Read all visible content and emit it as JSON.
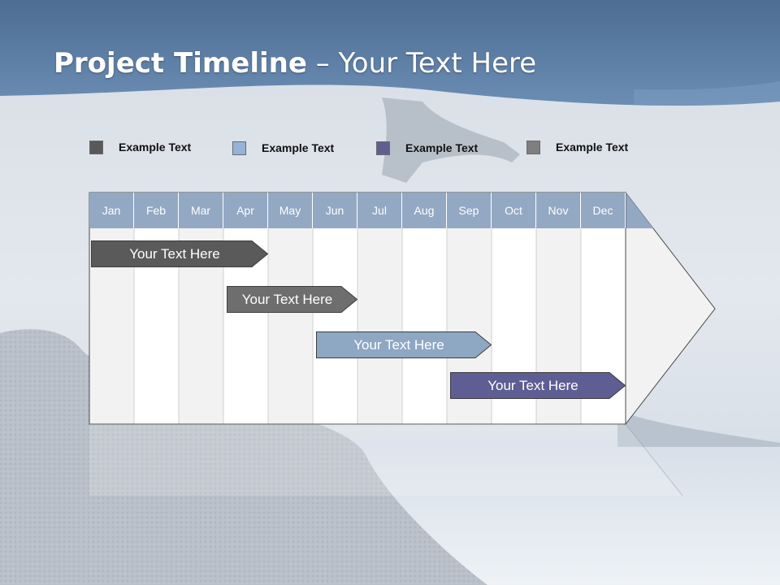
{
  "title": {
    "bold": "Project Timeline",
    "rest": " – Your Text Here"
  },
  "legend": [
    {
      "label": "Example Text",
      "color": "#595959"
    },
    {
      "label": "Example Text",
      "color": "#95B3D7"
    },
    {
      "label": "Example Text",
      "color": "#60608F"
    },
    {
      "label": "Example Text",
      "color": "#7F7F7F"
    }
  ],
  "months": [
    "Jan",
    "Feb",
    "Mar",
    "Apr",
    "May",
    "Jun",
    "Jul",
    "Aug",
    "Sep",
    "Oct",
    "Nov",
    "Dec"
  ],
  "tasks": [
    {
      "label": "Your  Text Here",
      "start_month": "Jan",
      "end_month": "Apr",
      "color": "#5A5A5A"
    },
    {
      "label": "Your  Text Here",
      "start_month": "Apr",
      "end_month": "Jun",
      "color": "#6E6E6E"
    },
    {
      "label": "Your  Text Here",
      "start_month": "Jun",
      "end_month": "Sep",
      "color": "#8EA7C3"
    },
    {
      "label": "Your  Text Here",
      "start_month": "Sep",
      "end_month": "Dec",
      "color": "#5E5E94"
    }
  ],
  "colors": {
    "header": "#93A8C2",
    "accent": "#5A7FA6"
  }
}
